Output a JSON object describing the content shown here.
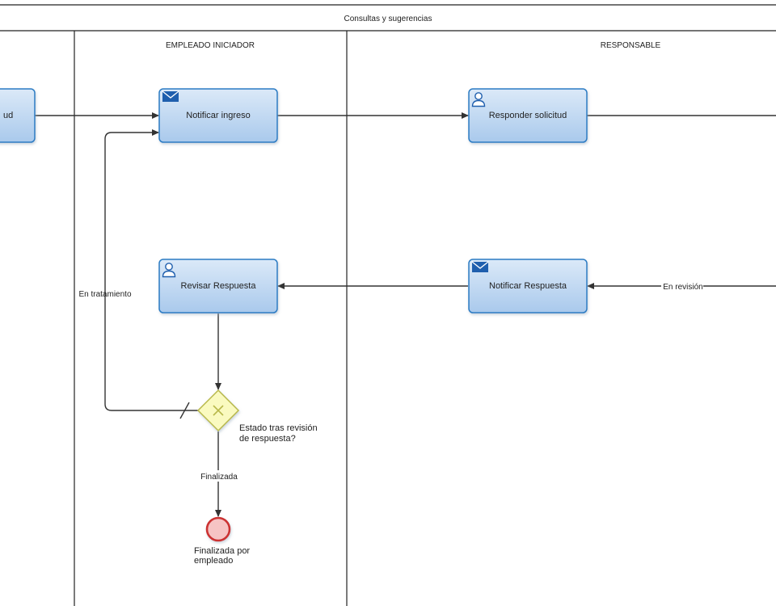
{
  "pool": {
    "title": "Consultas y sugerencias"
  },
  "lanes": [
    {
      "id": "empleado",
      "title": "EMPLEADO INICIADOR"
    },
    {
      "id": "responsable",
      "title": "RESPONSABLE"
    }
  ],
  "tasks": {
    "partial_left": {
      "label": "ud",
      "type": "none"
    },
    "notificar_ingreso": {
      "label": "Notificar ingreso",
      "type": "mail"
    },
    "responder_solicitud": {
      "label": "Responder solicitud",
      "type": "user"
    },
    "revisar_respuesta": {
      "label": "Revisar Respuesta",
      "type": "user"
    },
    "notificar_respuesta": {
      "label": "Notificar Respuesta",
      "type": "mail"
    }
  },
  "gateway": {
    "label_line1": "Estado tras revisión",
    "label_line2": "de respuesta?",
    "type": "exclusive"
  },
  "end_event": {
    "label_line1": "Finalizada por",
    "label_line2": "empleado"
  },
  "flow_labels": {
    "en_tratamiento": "En tratamiento",
    "finalizada": "Finalizada",
    "en_revision": "En revisión"
  },
  "colors": {
    "task_stroke": "#2b7bc4",
    "task_fill_top": "#dbe9f8",
    "task_fill_bottom": "#a9c9ec",
    "icon_blue": "#1f5fae",
    "gateway_fill": "#fafac0",
    "gateway_stroke": "#b8b84a",
    "end_fill": "#f6c4c4",
    "end_stroke": "#cc3333"
  }
}
